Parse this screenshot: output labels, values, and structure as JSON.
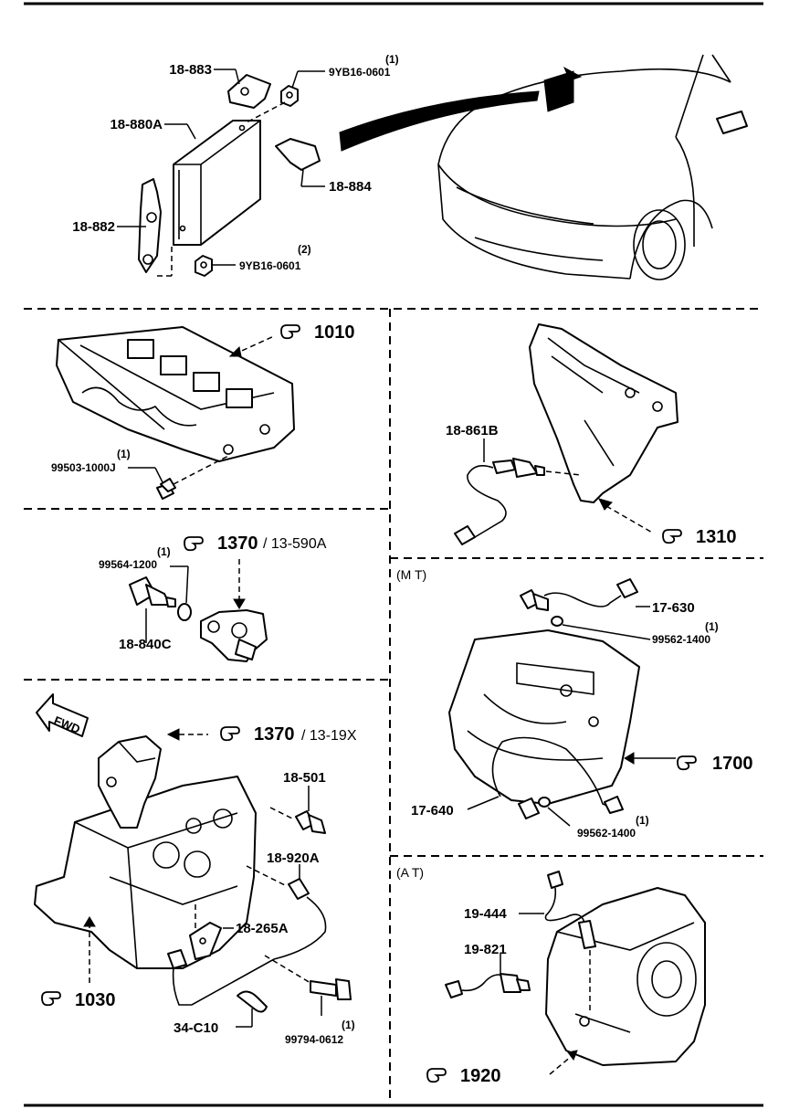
{
  "parts": {
    "bracket_top": "18-883",
    "control_unit": "18-880A",
    "bracket_side": "18-882",
    "bracket_right": "18-884",
    "nut_top": "9YB16-0601",
    "nut_top_qty": "(1)",
    "nut_bottom": "9YB16-0601",
    "nut_bottom_qty": "(2)",
    "plug": "99503-1000J",
    "plug_qty": "(1)",
    "oxygen_sensor": "18-861B",
    "temp_washer": "99564-1200",
    "temp_washer_qty": "(1)",
    "temp_sensor": "18-840C",
    "mt_switch": "17-630",
    "mt_washer_top": "99562-1400",
    "mt_washer_top_qty": "(1)",
    "mt_sensor": "17-640",
    "mt_washer_bottom": "99562-1400",
    "mt_washer_bottom_qty": "(1)",
    "oil_switch": "18-501",
    "knock_sensor": "18-920A",
    "knock_bracket": "18-265A",
    "bolt": "99794-0612",
    "bolt_qty": "(1)",
    "clip": "34-C10",
    "at_sensor_a": "19-444",
    "at_sensor_b": "19-821"
  },
  "refs": {
    "cylinder_head": "1010",
    "thermostat": "1370",
    "thermostat_sub": "/ 13-590A",
    "exhaust_manifold": "1310",
    "distributor": "1370",
    "distributor_sub": "/ 13-19X",
    "cylinder_block": "1030",
    "manual_trans": "1700",
    "auto_trans": "1920"
  },
  "sections": {
    "manual": "(M T)",
    "automatic": "(A T)"
  },
  "fwd": "FWD"
}
